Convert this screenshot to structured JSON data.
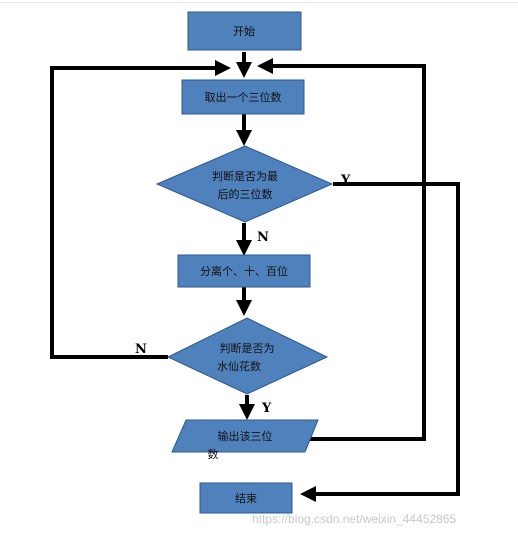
{
  "nodes": {
    "start": "开始",
    "take": "取出一个三位数",
    "last_line1": "判断是否为最",
    "last_line2": "后的三位数",
    "split": "分离个、十、百位",
    "nar_line1": "判断是否为",
    "nar_line2": "水仙花数",
    "out_line1": "输出该三位",
    "out_line2": "数",
    "end": "结束"
  },
  "edge_labels": {
    "last_yes": "Y",
    "last_no": "N",
    "nar_no": "N",
    "nar_yes": "Y"
  },
  "watermark": "https://blog.csdn.net/weixin_44452865",
  "colors": {
    "box_fill": "#4f81bd",
    "box_stroke": "#2e5890",
    "line": "#000000"
  }
}
